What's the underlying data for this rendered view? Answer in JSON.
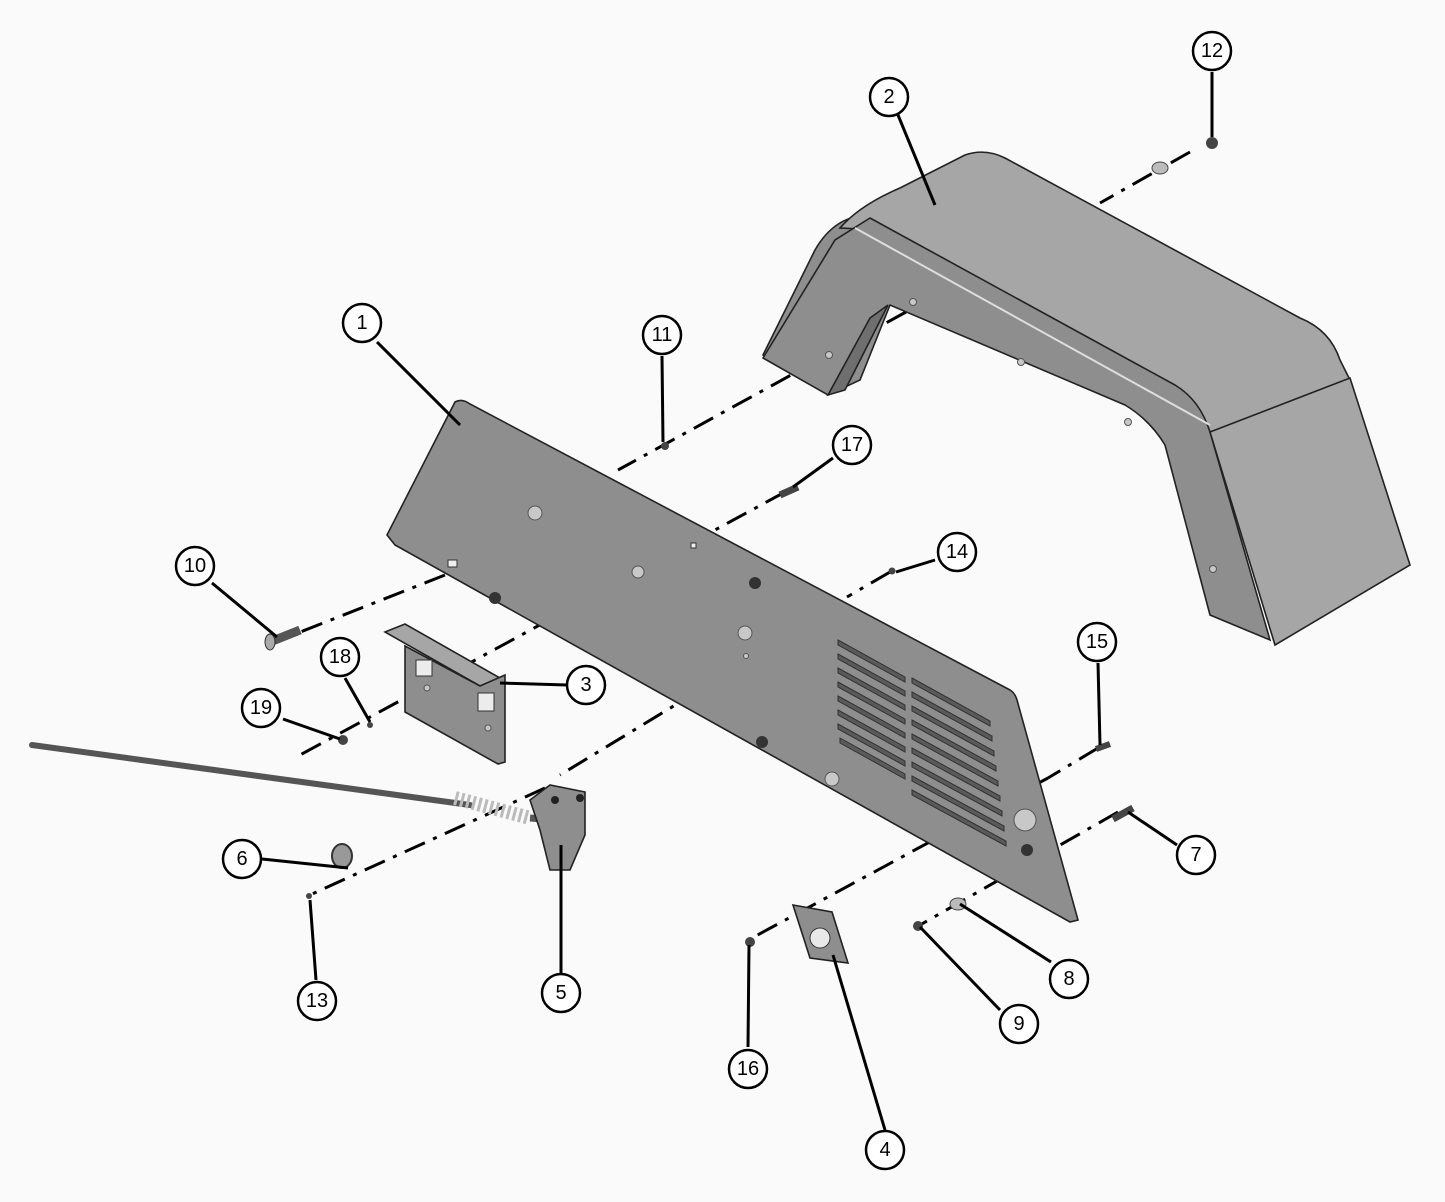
{
  "callouts": [
    {
      "id": "1",
      "label": "1"
    },
    {
      "id": "2",
      "label": "2"
    },
    {
      "id": "3",
      "label": "3"
    },
    {
      "id": "4",
      "label": "4"
    },
    {
      "id": "5",
      "label": "5"
    },
    {
      "id": "6",
      "label": "6"
    },
    {
      "id": "7",
      "label": "7"
    },
    {
      "id": "8",
      "label": "8"
    },
    {
      "id": "9",
      "label": "9"
    },
    {
      "id": "10",
      "label": "10"
    },
    {
      "id": "11",
      "label": "11"
    },
    {
      "id": "12",
      "label": "12"
    },
    {
      "id": "13",
      "label": "13"
    },
    {
      "id": "14",
      "label": "14"
    },
    {
      "id": "15",
      "label": "15"
    },
    {
      "id": "16",
      "label": "16"
    },
    {
      "id": "17",
      "label": "17"
    },
    {
      "id": "18",
      "label": "18"
    },
    {
      "id": "19",
      "label": "19"
    }
  ],
  "colors": {
    "background": "#fafafa",
    "part_gray": "#8e8e8e",
    "line": "#000000"
  }
}
